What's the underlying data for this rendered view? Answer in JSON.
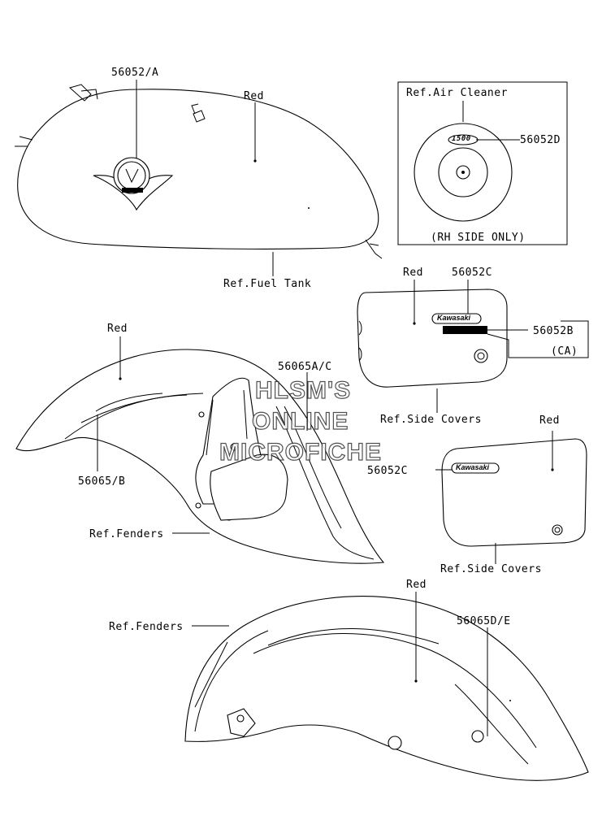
{
  "labels": {
    "tank_part": "56052/A",
    "tank_color": "Red",
    "ref_fuel_tank": "Ref.Fuel Tank",
    "ref_air_cleaner": "Ref.Air Cleaner",
    "air_part": "56052D",
    "rh_side_only": "(RH SIDE ONLY)",
    "side_cover_color_1": "Red",
    "side_part_c_1": "56052C",
    "side_part_b": "56052B",
    "ca": "(CA)",
    "ref_side_covers_1": "Ref.Side Covers",
    "side_cover_color_2": "Red",
    "side_part_c_2": "56052C",
    "ref_side_covers_2": "Ref.Side Covers",
    "front_fender_color": "Red",
    "front_part_ac": "56065A/C",
    "front_part_b": "56065/B",
    "ref_fenders_1": "Ref.Fenders",
    "rear_fender_color": "Red",
    "ref_fenders_2": "Ref.Fenders",
    "rear_part_de": "56065D/E"
  },
  "badges": {
    "kawasaki_1": "Kawasaki",
    "kawasaki_2": "Kawasaki",
    "engine_badge": "1500"
  },
  "watermark": {
    "line1": "HLSM'S",
    "line2": "ONLINE",
    "line3": "MICROFICHE"
  }
}
